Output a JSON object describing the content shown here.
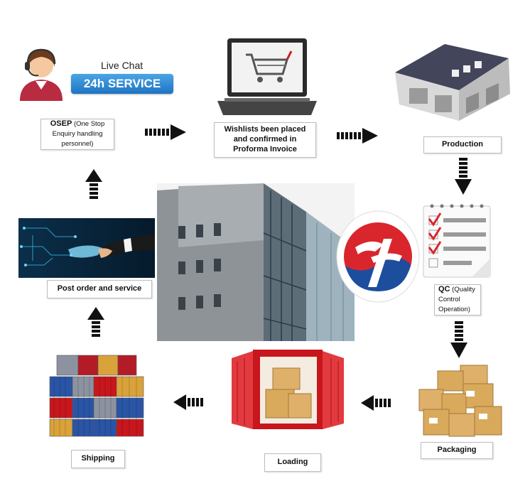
{
  "live_chat": {
    "title": "Live Chat",
    "badge": "24h SERVICE"
  },
  "steps": {
    "osep": {
      "label": "OSEP",
      "note": " (One Stop Enquiry handling personnel)"
    },
    "wishlist": {
      "label": "Wishlists been placed and confirmed in Proforma Invoice"
    },
    "production": {
      "label": "Production"
    },
    "qc": {
      "label": "QC",
      "note": " (Quality Control Operation)"
    },
    "packaging": {
      "label": "Packaging"
    },
    "loading": {
      "label": "Loading"
    },
    "shipping": {
      "label": "Shipping"
    },
    "post_order": {
      "label": "Post order and service"
    }
  },
  "colors": {
    "arrow": "#111111",
    "badge_blue": "#2a86d4",
    "logo_red": "#d9262c",
    "logo_blue": "#1d4e9e",
    "container_red": "#c8161d",
    "carton": "#d9a95c"
  },
  "icons": [
    "operator-headset-icon",
    "laptop-cart-icon",
    "warehouse-icon",
    "checklist-icon",
    "cartons-icon",
    "shipping-container-icon",
    "stacked-containers-icon",
    "handshake-icon",
    "company-logo"
  ]
}
